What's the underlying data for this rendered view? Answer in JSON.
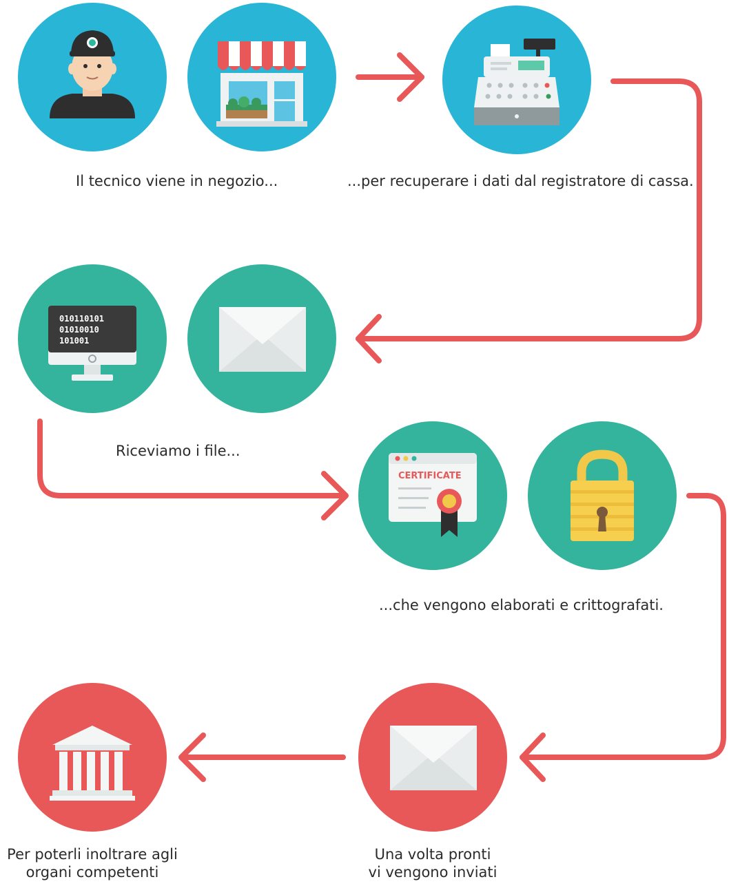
{
  "captions": {
    "step1": "Il tecnico viene in negozio...",
    "step2": "...per recuperare i dati dal registratore di cassa.",
    "step3": "Riceviamo i file...",
    "step4": "...che vengono elaborati e crittografati.",
    "step5_line1": "Una volta pronti",
    "step5_line2": "vi vengono inviati",
    "step6_line1": "Per poterli inoltrare agli",
    "step6_line2": "organi competenti"
  },
  "icons": {
    "monitor_binary": [
      "010110101",
      "01010010",
      "101001"
    ],
    "certificate_label": "CERTIFICATE"
  },
  "colors": {
    "blue": "#29b6d6",
    "green": "#34b49c",
    "red": "#e85858",
    "arrow": "#e85858"
  }
}
